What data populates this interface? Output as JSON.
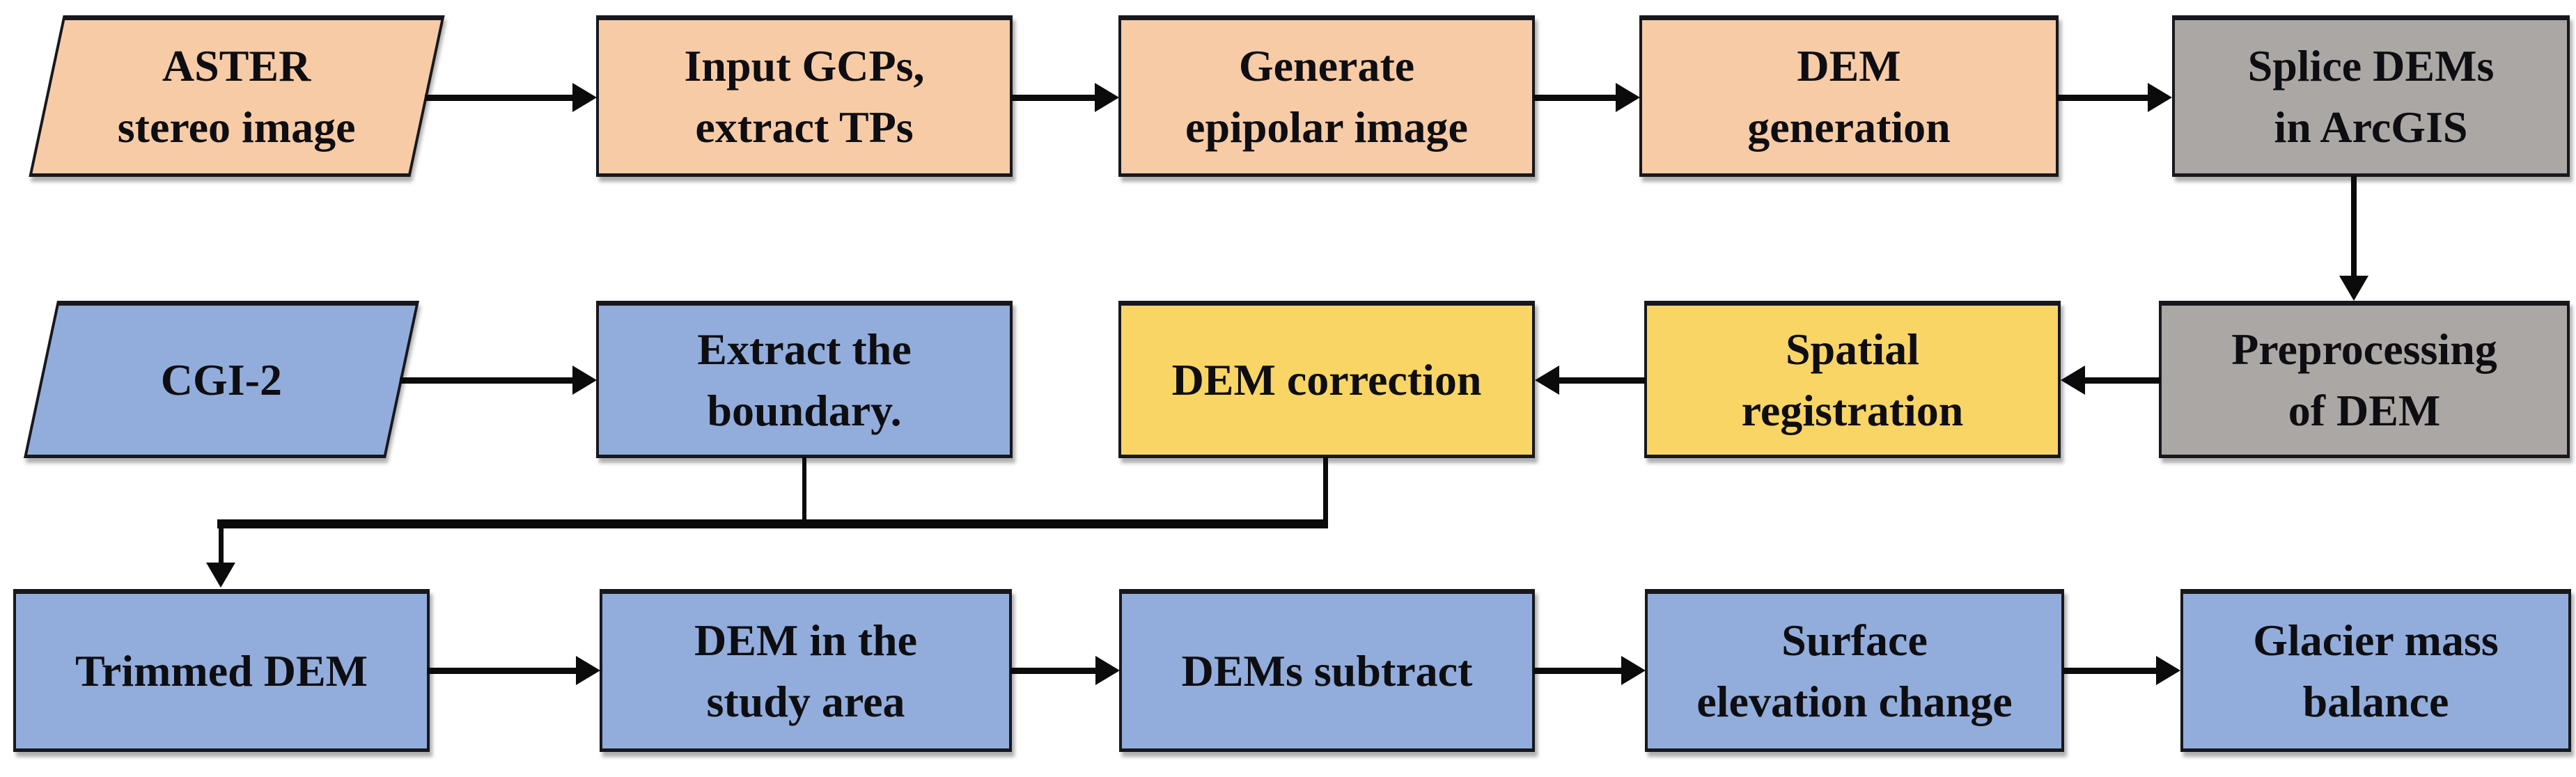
{
  "colors": {
    "background": "#ffffff",
    "peach": "#f6cba6",
    "gray": "#aba7a4",
    "yellow": "#f9d566",
    "blue": "#92addb",
    "border": "#17181d",
    "arrow": "#0b0b0b",
    "text": "#0e0e12"
  },
  "nodes": [
    {
      "id": "aster-stereo-image",
      "shape": "parallelogram",
      "fill": "peach",
      "lines": [
        "ASTER",
        "stereo image"
      ]
    },
    {
      "id": "input-gcps-extract-tps",
      "shape": "rect",
      "fill": "peach",
      "lines": [
        "Input GCPs,",
        "extract TPs"
      ]
    },
    {
      "id": "generate-epipolar-image",
      "shape": "rect",
      "fill": "peach",
      "lines": [
        "Generate",
        "epipolar image"
      ]
    },
    {
      "id": "dem-generation",
      "shape": "rect",
      "fill": "peach",
      "lines": [
        "DEM",
        "generation"
      ]
    },
    {
      "id": "splice-dems-in-arcgis",
      "shape": "rect",
      "fill": "gray",
      "lines": [
        "Splice DEMs",
        "in ArcGIS"
      ]
    },
    {
      "id": "cgi-2",
      "shape": "parallelogram",
      "fill": "blue",
      "lines": [
        "CGI-2"
      ]
    },
    {
      "id": "extract-the-boundary",
      "shape": "rect",
      "fill": "blue",
      "lines": [
        "Extract the",
        "boundary."
      ]
    },
    {
      "id": "dem-correction",
      "shape": "rect",
      "fill": "yellow",
      "lines": [
        "DEM correction"
      ]
    },
    {
      "id": "spatial-registration",
      "shape": "rect",
      "fill": "yellow",
      "lines": [
        "Spatial",
        "registration"
      ]
    },
    {
      "id": "preprocessing-of-dem",
      "shape": "rect",
      "fill": "gray",
      "lines": [
        "Preprocessing",
        "of DEM"
      ]
    },
    {
      "id": "trimmed-dem",
      "shape": "rect",
      "fill": "blue",
      "lines": [
        "Trimmed DEM"
      ]
    },
    {
      "id": "dem-in-the-study-area",
      "shape": "rect",
      "fill": "blue",
      "lines": [
        "DEM in the",
        "study area"
      ]
    },
    {
      "id": "dems-subtract",
      "shape": "rect",
      "fill": "blue",
      "lines": [
        "DEMs subtract"
      ]
    },
    {
      "id": "surface-elevation-change",
      "shape": "rect",
      "fill": "blue",
      "lines": [
        "Surface",
        "elevation change"
      ]
    },
    {
      "id": "glacier-mass-balance",
      "shape": "rect",
      "fill": "blue",
      "lines": [
        "Glacier mass",
        "balance"
      ]
    }
  ],
  "edges": [
    {
      "from": "aster-stereo-image",
      "to": "input-gcps-extract-tps"
    },
    {
      "from": "input-gcps-extract-tps",
      "to": "generate-epipolar-image"
    },
    {
      "from": "generate-epipolar-image",
      "to": "dem-generation"
    },
    {
      "from": "dem-generation",
      "to": "splice-dems-in-arcgis"
    },
    {
      "from": "splice-dems-in-arcgis",
      "to": "preprocessing-of-dem"
    },
    {
      "from": "preprocessing-of-dem",
      "to": "spatial-registration"
    },
    {
      "from": "spatial-registration",
      "to": "dem-correction"
    },
    {
      "from": "cgi-2",
      "to": "extract-the-boundary"
    },
    {
      "from": "extract-the-boundary",
      "to": "trimmed-dem"
    },
    {
      "from": "dem-correction",
      "to": "trimmed-dem"
    },
    {
      "from": "trimmed-dem",
      "to": "dem-in-the-study-area"
    },
    {
      "from": "dem-in-the-study-area",
      "to": "dems-subtract"
    },
    {
      "from": "dems-subtract",
      "to": "surface-elevation-change"
    },
    {
      "from": "surface-elevation-change",
      "to": "glacier-mass-balance"
    }
  ]
}
